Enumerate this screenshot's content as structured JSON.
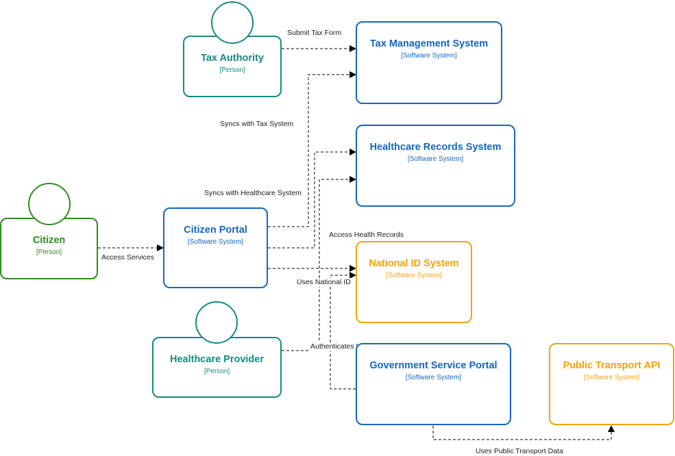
{
  "colors": {
    "person_teal": "#138a82",
    "person_green": "#2e8b1e",
    "system_blue": "#1565c0",
    "external_orange": "#f0a30a",
    "edge": "#000000"
  },
  "nodes": {
    "tax_authority": {
      "title": "Tax Authority",
      "subtitle": "[Person]"
    },
    "citizen": {
      "title": "Citizen",
      "subtitle": "[Person]"
    },
    "healthcare_provider": {
      "title": "Healthcare Provider",
      "subtitle": "[Person]"
    },
    "citizen_portal": {
      "title": "Citizen Portal",
      "subtitle": "[Software System]"
    },
    "tax_management": {
      "title": "Tax Management System",
      "subtitle": "[Software System]"
    },
    "healthcare_records": {
      "title": "Healthcare Records System",
      "subtitle": "[Software System]"
    },
    "national_id": {
      "title": "National ID System",
      "subtitle": "[Software System]"
    },
    "gov_service_portal": {
      "title": "Government Service Portal",
      "subtitle": "[Software System]"
    },
    "public_transport": {
      "title": "Public Transport API",
      "subtitle": "[Software System]"
    }
  },
  "edges": {
    "submit_tax_form": "Submit Tax Form",
    "syncs_tax": "Syncs with Tax System",
    "syncs_health": "Syncs with Healthcare System",
    "access_services": "Access Services",
    "access_health_records": "Access Health Records",
    "uses_national_id": "Uses National ID",
    "authenticates_user": "Authenticates User",
    "uses_public_transport": "Uses Public Transport Data"
  }
}
